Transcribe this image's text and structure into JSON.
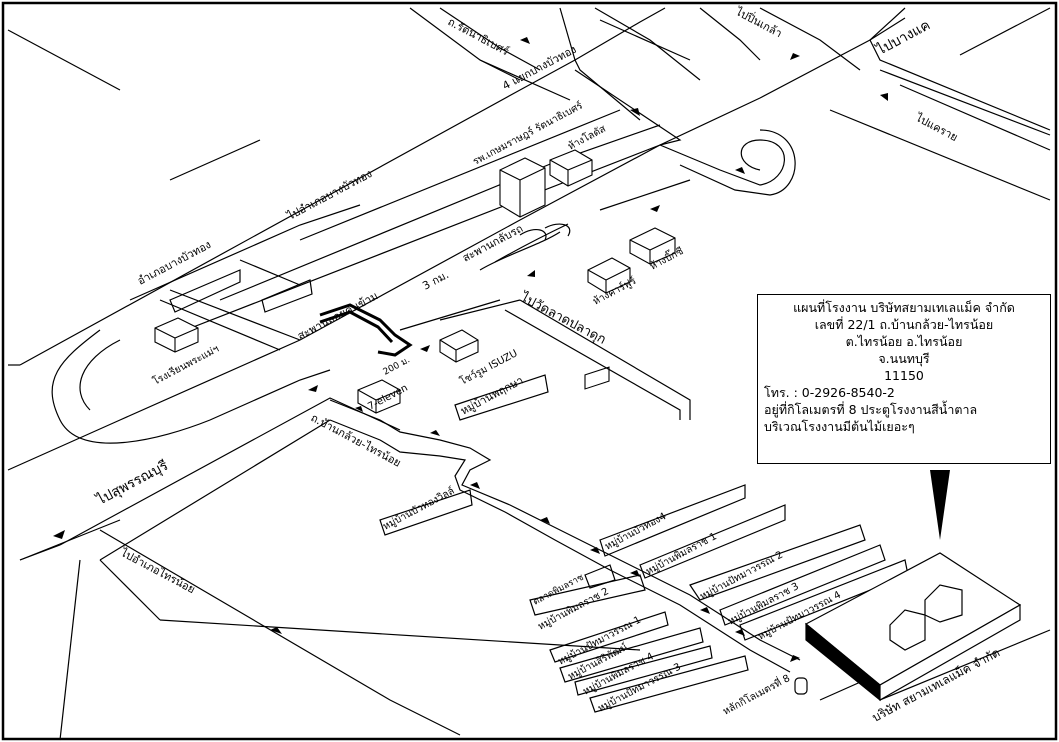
{
  "road_labels": {
    "rattanathibet": "ถ.รัตนาธิเบศร์",
    "to_pinklao": "ไปปิ่นเกล้า",
    "to_bangkae": "ไปบางแค",
    "intersection": "4 แยกบางบัวทอง",
    "to_rangsit": "ไปแคราย",
    "to_bangbuathong": "ไปอำเภอบางบัวทอง",
    "bangbuathong_district": "อำเภอบางบัวทอง",
    "to_suphanburi": "ไปสุพรรณบุรี",
    "to_sainoi_district": "ไปอำเภอไทรน้อย",
    "to_wat_ladplado": "ไปวัดลาดปลาดุก",
    "ban_kluay_sainoi_road": "ถ.บ้านกล้วย-ไทรน้อย",
    "km3": "3 กม.",
    "bridge_label": "สะพานกลับรถ",
    "overpass_label": "สะพานลอยคนข้าม"
  },
  "places": {
    "hospital": "รพ.เกษมราษฎร์ รัตนาธิเบศร์",
    "shop_top": "ห้างโลตัส",
    "shop_mid": "ห้างบิ๊กซี",
    "shop_left": "ห้างคาร์ฟูร์",
    "school": "โรงเรียนพระแม่ฯ",
    "isuzu": "โชว์รูม ISUZU",
    "seven_eleven": "7-eleven",
    "village_phrueksa": "หมู่บ้านพฤกษา",
    "village_bua_thong_ville": "หมู่บ้านบัวทองวิลล์",
    "village_bua_thong4": "หมู่บ้านบัวทอง4",
    "village_phimonrat1": "หมู่บ้านพิมลราช 1",
    "village_pruksa_nakorn2": "หมู่บ้านปัทมาวรรณ 2",
    "village_phimonrat3": "หมู่บ้านพิมลราช 3",
    "village_pruksa_nakorn4": "หมู่บ้านปัทมาวรรณ 4",
    "market_phimonrat": "ตลาดพิมลราช",
    "village_phimonrat2": "หมู่บ้านพิมลราช 2",
    "village_pruksa1": "หมู่บ้านปัทมาวรรณ 1",
    "village_siriphat": "หมู่บ้านสิริพัฒน์",
    "village_phimonrat4": "หมู่บ้านพิมลราช 4",
    "village_pruksa3": "หมู่บ้านปัทมาวรรณ 3",
    "km8_post": "หลักกิโลเมตรที่ 8",
    "factory": "บริษัท สยามเทเลแม็ค จำกัด",
    "distance_200m": "200 ม."
  },
  "info_box": {
    "line1": "แผนที่โรงงาน  บริษัทสยามเทเลแม็ค จำกัด",
    "line2": "เลขที่ 22/1 ถ.บ้านกล้วย-ไทรน้อย",
    "line3": "ต.ไทรน้อย    อ.ไทรน้อย",
    "line4": "จ.นนทบุรี",
    "line5": "11150",
    "line6": "โทร. : 0-2926-8540-2",
    "line7": "อยู่ที่กิโลเมตรที่ 8  ประตูโรงงานสีน้ำตาล",
    "line8": "บริเวณโรงงานมีต้นไม้เยอะๆ"
  },
  "colors": {
    "ink": "#000000",
    "paper": "#ffffff"
  }
}
